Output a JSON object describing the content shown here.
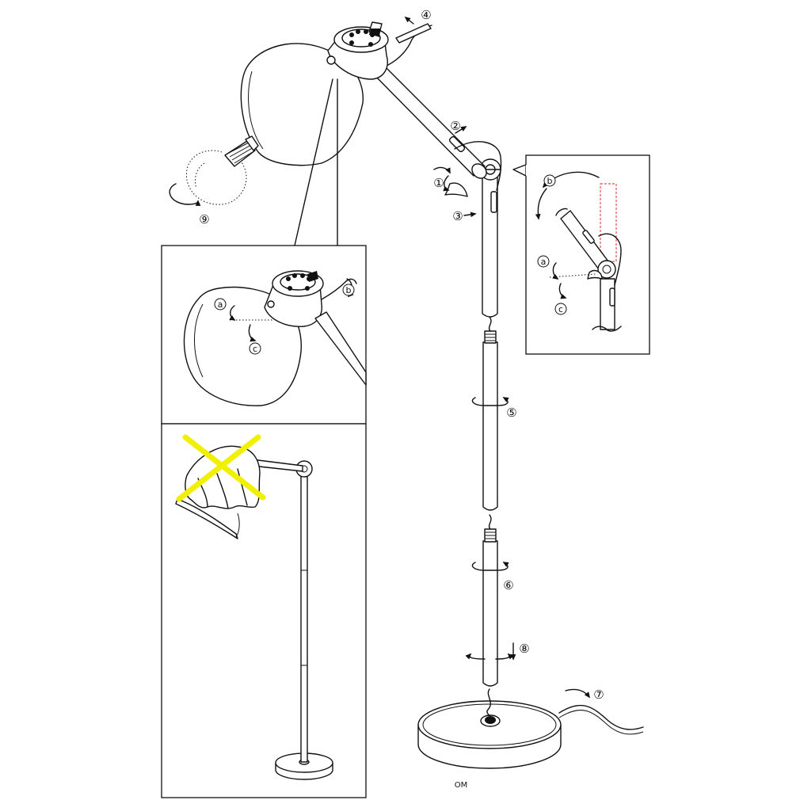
{
  "steps": [
    "①",
    "②",
    "③",
    "④",
    "⑤",
    "⑥",
    "⑦",
    "⑧",
    "⑨"
  ],
  "adjust_labels": {
    "a": "a",
    "b": "b",
    "c": "c"
  },
  "footer_mark": "OM",
  "colors": {
    "line": "#111111",
    "forbidden_x": "#f0f000",
    "pivot_height_guide": "#e05050"
  }
}
